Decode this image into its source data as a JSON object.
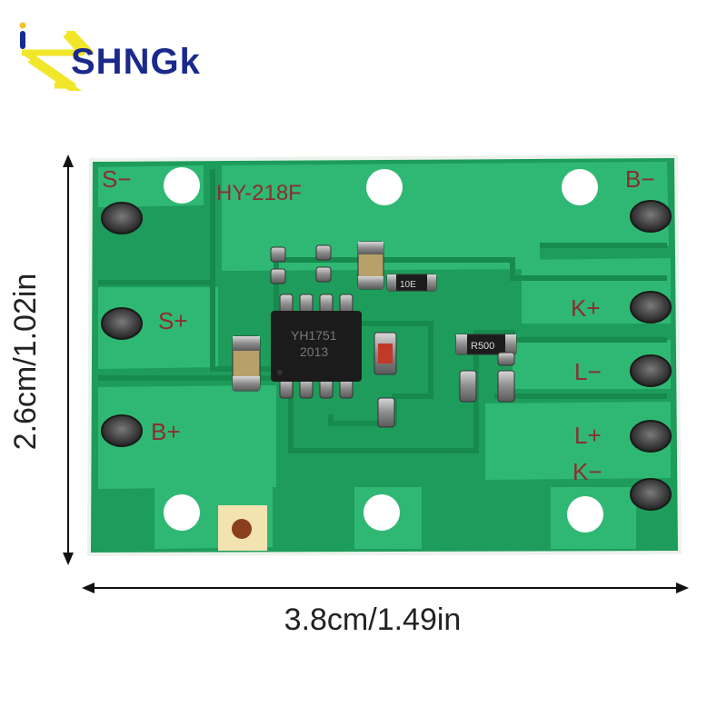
{
  "brand": {
    "text": "SHNGk",
    "text_color": "#1a2a8c",
    "arrow_color": "#f2e62a"
  },
  "dimensions": {
    "height_label": "2.6cm/1.02in",
    "width_label": "3.8cm/1.49in"
  },
  "board": {
    "model": "HY-218F",
    "pad_labels": {
      "s_minus": "S−",
      "s_plus": "S+",
      "b_plus": "B+",
      "b_minus": "B−",
      "k_plus": "K+",
      "l_minus": "L−",
      "l_plus": "L+",
      "k_minus": "K−"
    },
    "chip_marking_1": "YH1751",
    "chip_marking_2": "2013",
    "resistor_1": "10E",
    "resistor_2": "R500",
    "colors": {
      "board": "#1e9c5c",
      "trace": "#2fb874",
      "silk": "#8a2e2e",
      "pad": "#3a3a3a",
      "chip": "#1b1b1b"
    }
  }
}
